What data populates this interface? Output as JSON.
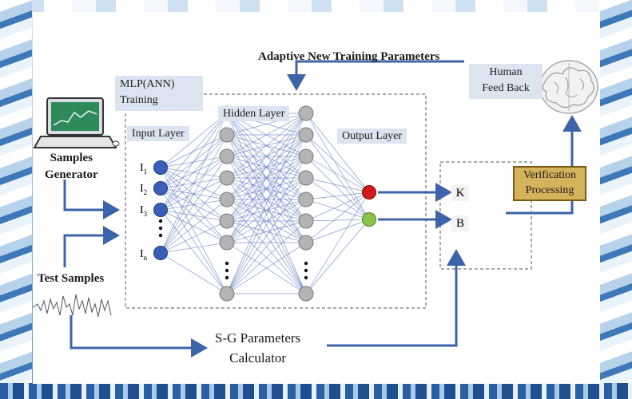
{
  "title": "Adaptive New  Training Parameters",
  "mlp": {
    "line1": "MLP(ANN)",
    "line2": "Training"
  },
  "layers": {
    "input": "Input Layer",
    "hidden": "Hidden Layer",
    "output": "Output Layer"
  },
  "input_nodes": [
    "I",
    "I",
    "I",
    "I"
  ],
  "input_subs": [
    "1",
    "2",
    "3",
    "n"
  ],
  "samples": {
    "line1": "Samples",
    "line2": "Generator"
  },
  "test_samples": "Test Samples",
  "sg": {
    "line1": "S-G Parameters",
    "line2": "Calculator"
  },
  "verification": {
    "line1": "Verification",
    "line2": "Processing"
  },
  "human": {
    "line1": "Human",
    "line2": "Feed Back"
  },
  "outputs": [
    "K",
    "B"
  ],
  "colors": {
    "arrow": "#3d63a8",
    "node_blue": "#3a5fb8",
    "node_grey": "#b4b4b4",
    "node_red": "#d21a1a",
    "node_green": "#8bc34a",
    "connection": "#5b78c4",
    "verification_bg": "#d6b25c"
  },
  "icons": [
    "laptop-icon",
    "waveform-icon",
    "brain-icon"
  ]
}
